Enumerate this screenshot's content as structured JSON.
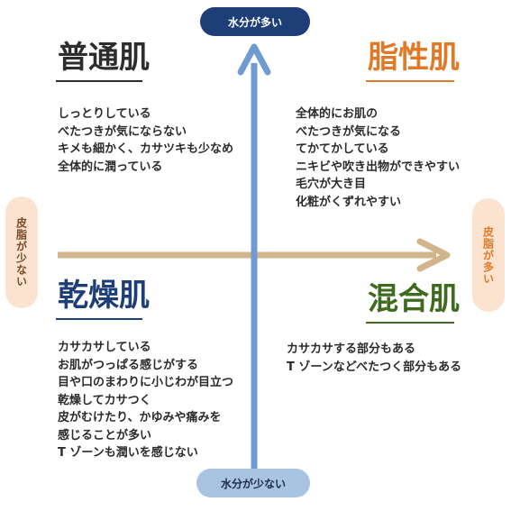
{
  "axes": {
    "top_label": "水分が多い",
    "bottom_label": "水分が少ない",
    "left_label": "皮脂が少ない",
    "right_label": "皮脂が多い",
    "colors": {
      "vertical_axis": "#6f9bd0",
      "horizontal_axis": "#d2b48c"
    }
  },
  "quadrants": {
    "normal": {
      "title": "普通肌",
      "color": "#2d2d2d",
      "lines": [
        "しっとりしている",
        "べたつきが気にならない",
        "キメも細かく、カサツキも少なめ",
        "全体的に潤っている"
      ]
    },
    "oily": {
      "title": "脂性肌",
      "color": "#e07a26",
      "lines": [
        "全体的にお肌の",
        "べたつきが気になる",
        "てかてかしている",
        "ニキビや吹き出物ができやすい",
        "毛穴が大き目",
        "化粧がくずれやすい"
      ]
    },
    "dry": {
      "title": "乾燥肌",
      "color": "#1e3e78",
      "lines": [
        "カサカサしている",
        "お肌がつっぱる感じがする",
        "目や口のまわりに小じわが目立つ",
        "乾燥してカサつく",
        "皮がむけたり、かゆみや痛みを",
        "感じることが多い",
        "T ゾーンも潤いを感じない"
      ]
    },
    "combination": {
      "title": "混合肌",
      "color": "#3e6b1e",
      "lines": [
        "カサカサする部分もある",
        "T ゾーンなどべたつく部分もある"
      ]
    }
  }
}
